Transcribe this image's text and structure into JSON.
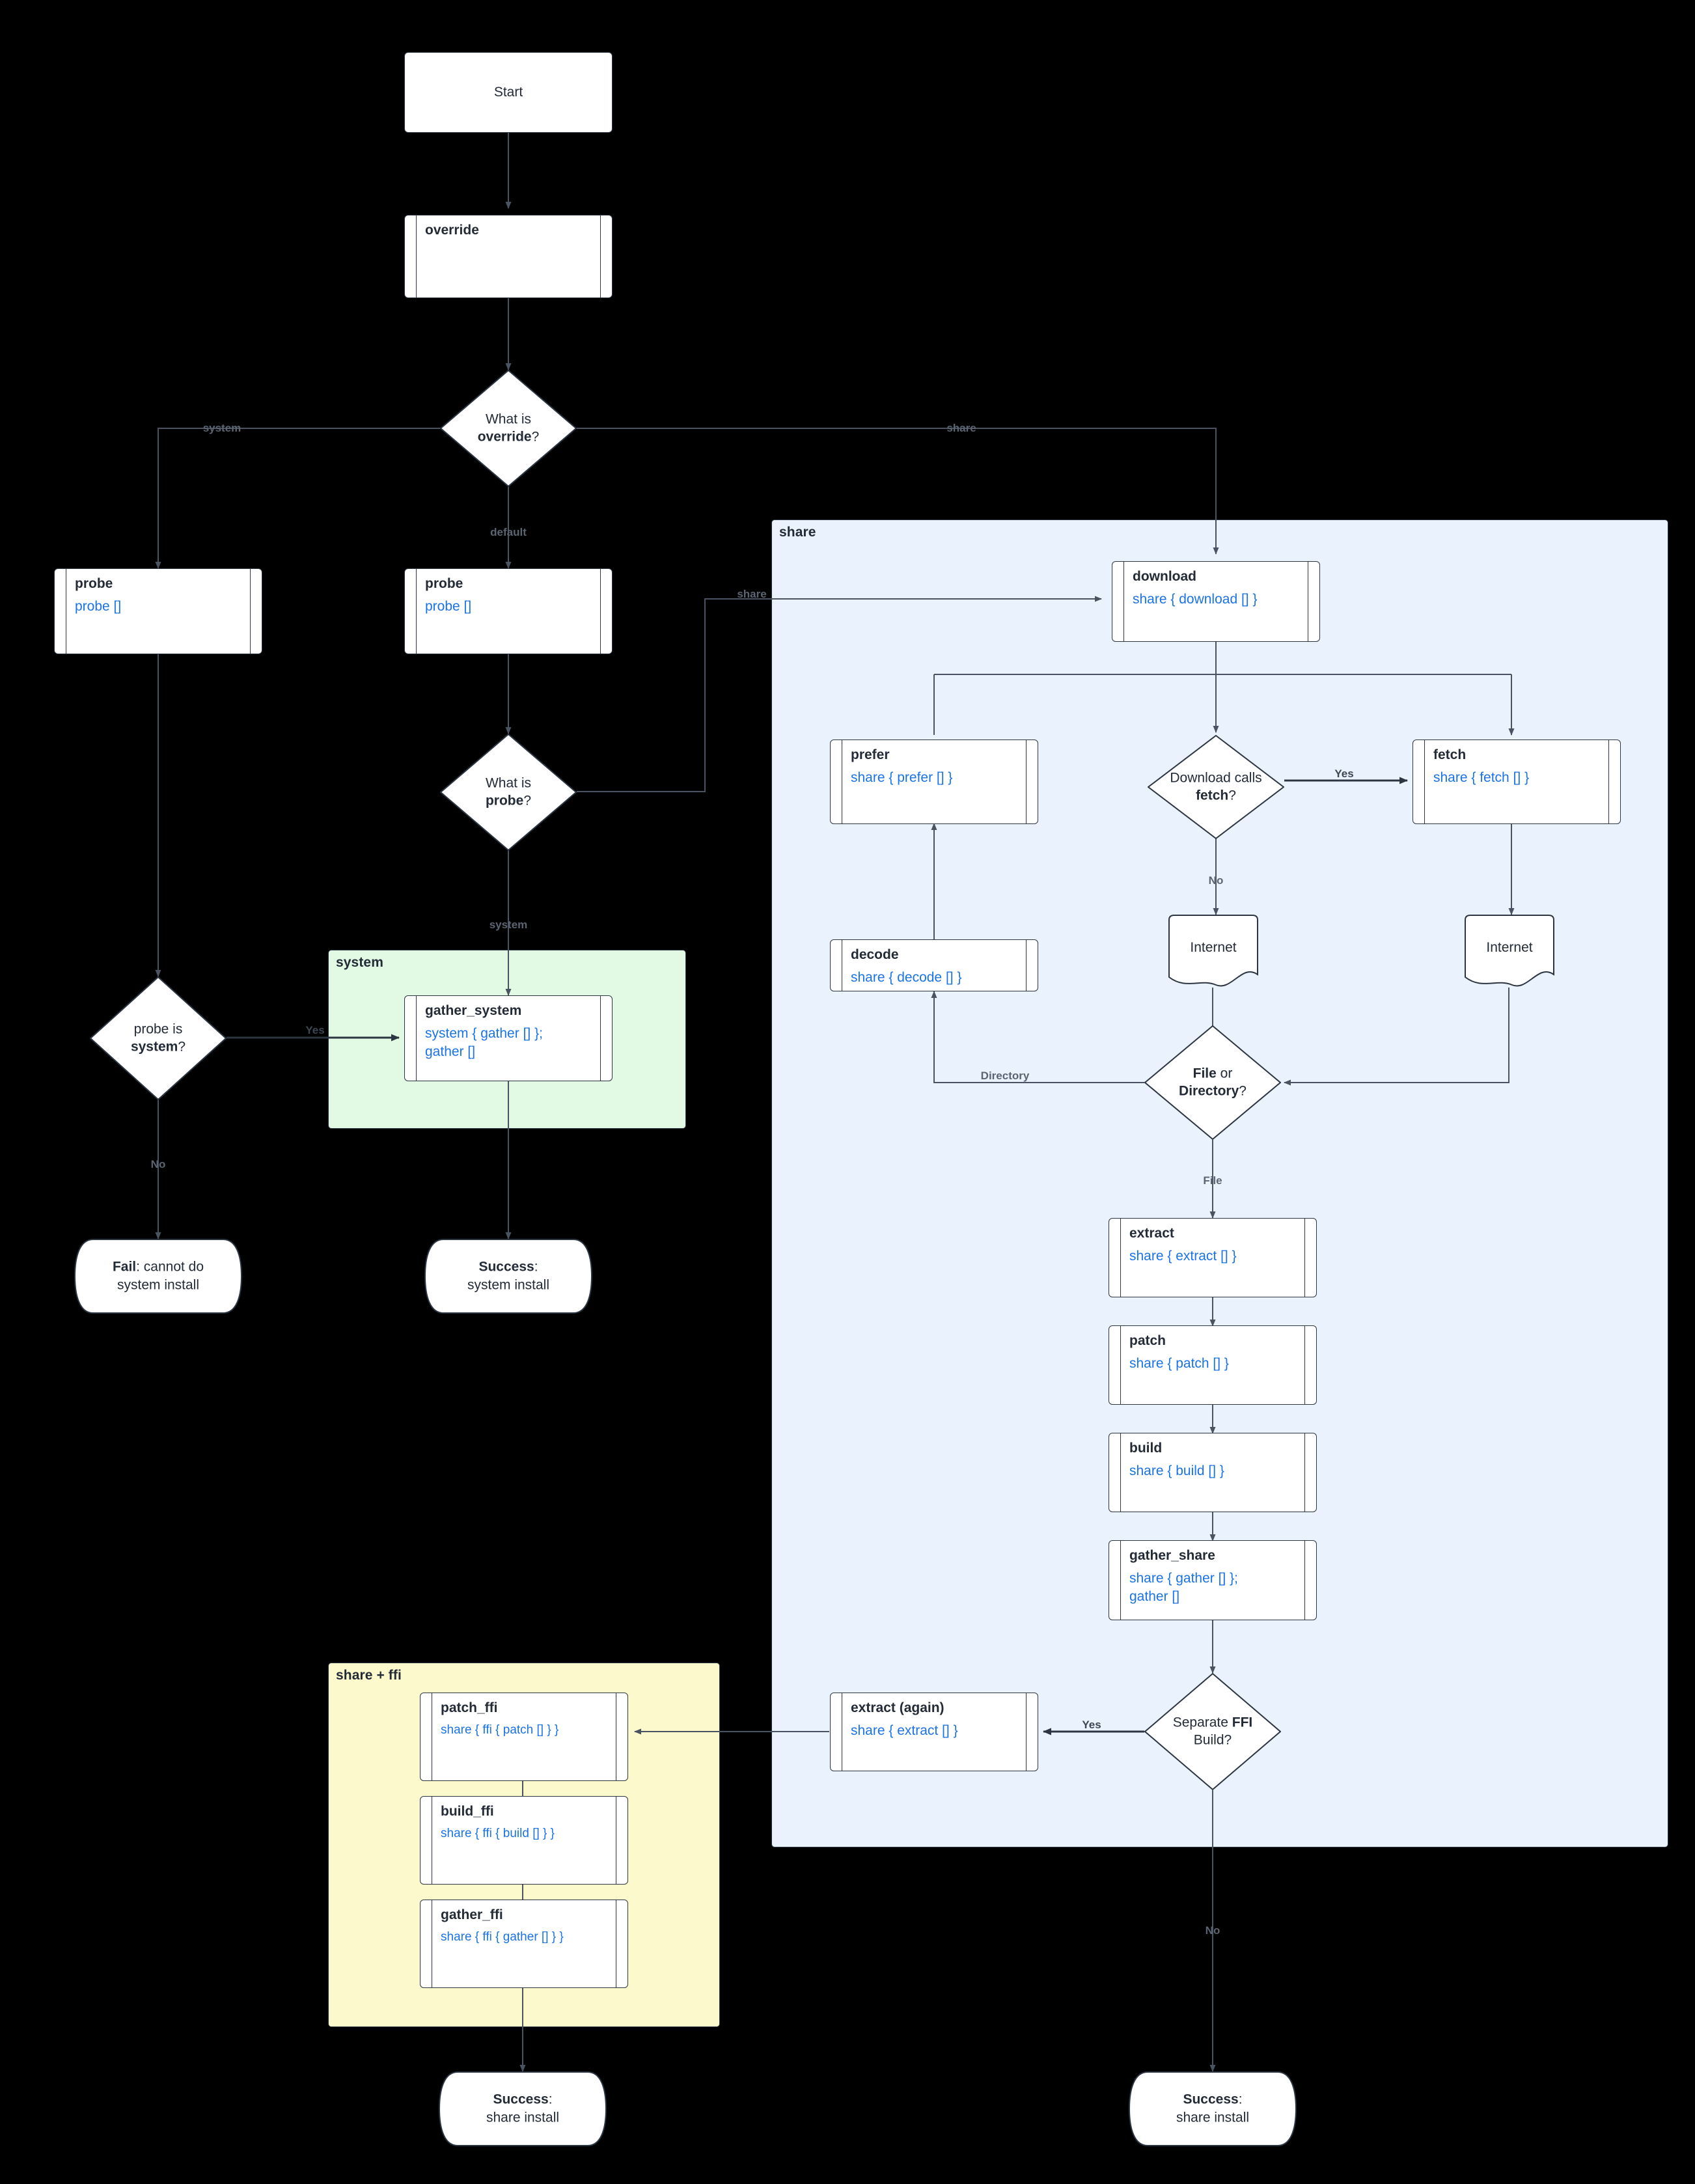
{
  "diagram": {
    "title": "override / probe / share install flowchart",
    "colors": {
      "background": "#000000",
      "node_fill": "#ffffff",
      "node_stroke": "#2c3542",
      "code_text": "#1a73e8",
      "title_text": "#232b37",
      "edge_label": "#5b6471",
      "subgraph_share": "#eaf2fd",
      "subgraph_system": "#e2f9e3",
      "subgraph_share_ffi": "#fcfacd"
    }
  },
  "subgraphs": [
    {
      "id": "share",
      "label": "share"
    },
    {
      "id": "system",
      "label": "system"
    },
    {
      "id": "share_ffi",
      "label": "share + ffi"
    }
  ],
  "nodes": {
    "start": {
      "label": "Start",
      "shape": "rect"
    },
    "override": {
      "title": "override",
      "code": "",
      "shape": "subroutine"
    },
    "q_override": {
      "label_plain": "What is ",
      "label_bold": "override",
      "label_tail": "?",
      "shape": "diamond"
    },
    "probe_system": {
      "title": "probe",
      "code": "probe []",
      "shape": "subroutine"
    },
    "probe_default": {
      "title": "probe",
      "code": "probe []",
      "shape": "subroutine"
    },
    "q_probe": {
      "label_plain": "What is ",
      "label_bold": "probe",
      "label_tail": "?",
      "shape": "diamond"
    },
    "q_probe_is_system": {
      "label_plain": "probe is ",
      "label_bold": "system",
      "label_tail": "?",
      "shape": "diamond"
    },
    "gather_system": {
      "title": "gather_system",
      "code": "system { gather [] };\ngather []",
      "shape": "subroutine"
    },
    "fail_system": {
      "label_bold": "Fail",
      "label_tail": ": cannot do",
      "label_line2": "system install",
      "shape": "terminal"
    },
    "success_system": {
      "label_bold": "Success",
      "label_tail": ":",
      "label_line2": "system install",
      "shape": "terminal"
    },
    "download": {
      "title": "download",
      "code": "share { download [] }",
      "shape": "subroutine"
    },
    "q_download_fetch": {
      "label_plain": "Download calls",
      "label_bold": "fetch",
      "label_tail": "?",
      "shape": "diamond"
    },
    "prefer": {
      "title": "prefer",
      "code": "share { prefer [] }",
      "shape": "subroutine"
    },
    "fetch": {
      "title": "fetch",
      "code": "share { fetch [] }",
      "shape": "subroutine"
    },
    "decode": {
      "title": "decode",
      "code": "share { decode [] }",
      "shape": "subroutine"
    },
    "internet_a": {
      "label": "Internet",
      "shape": "document"
    },
    "internet_b": {
      "label": "Internet",
      "shape": "document"
    },
    "q_file_dir": {
      "label_bold": "File",
      "label_plain": " or",
      "label_line2_bold": "Directory",
      "label_line2_tail": "?",
      "shape": "diamond"
    },
    "extract": {
      "title": "extract",
      "code": "share { extract [] }",
      "shape": "subroutine"
    },
    "patch": {
      "title": "patch",
      "code": "share { patch [] }",
      "shape": "subroutine"
    },
    "build": {
      "title": "build",
      "code": "share { build [] }",
      "shape": "subroutine"
    },
    "gather_share": {
      "title": "gather_share",
      "code": "share { gather [] };\ngather []",
      "shape": "subroutine"
    },
    "q_separate_ffi": {
      "label_plain": "Separate ",
      "label_bold": "FFI",
      "label_line2": "Build?",
      "shape": "diamond"
    },
    "extract_again": {
      "title": "extract (again)",
      "code": "share { extract [] }",
      "shape": "subroutine"
    },
    "patch_ffi": {
      "title": "patch_ffi",
      "code": "share { ffi { patch [] } }",
      "shape": "subroutine"
    },
    "build_ffi": {
      "title": "build_ffi",
      "code": "share { ffi { build [] } }",
      "shape": "subroutine"
    },
    "gather_ffi": {
      "title": "gather_ffi",
      "code": "share { ffi { gather [] } }",
      "shape": "subroutine"
    },
    "success_share_ffi": {
      "label_bold": "Success",
      "label_tail": ":",
      "label_line2": "share install",
      "shape": "terminal"
    },
    "success_share": {
      "label_bold": "Success",
      "label_tail": ":",
      "label_line2": "share install",
      "shape": "terminal"
    }
  },
  "edge_labels": {
    "override_system": "system",
    "override_share": "share",
    "override_default": "default",
    "probe_share": "share",
    "probe_system": "system",
    "probe_is_system_yes": "Yes",
    "probe_is_system_no": "No",
    "download_fetch_yes": "Yes",
    "download_fetch_no": "No",
    "file_or_dir_directory": "Directory",
    "file_or_dir_file": "File",
    "separate_ffi_yes": "Yes",
    "separate_ffi_no": "No"
  }
}
